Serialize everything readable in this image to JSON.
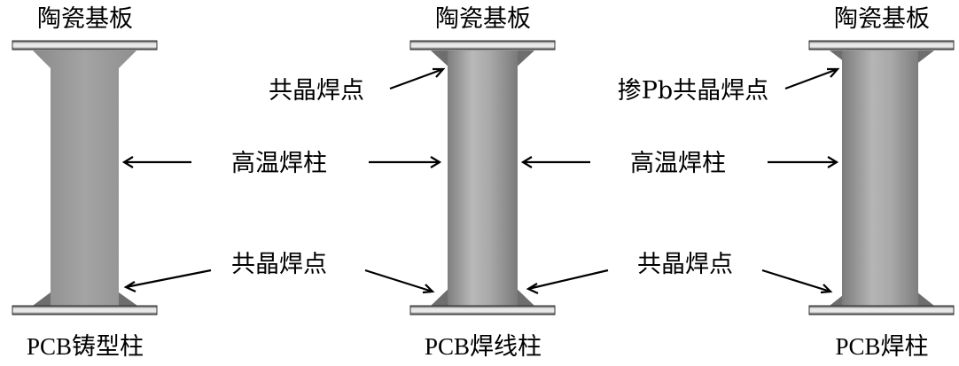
{
  "columns": [
    {
      "substrate_label": "陶瓷基板",
      "caption": "PCB铸型柱",
      "top_joint_label": "",
      "column_label": "高温焊柱",
      "bottom_joint_label": "共晶焊点"
    },
    {
      "substrate_label": "陶瓷基板",
      "caption": "PCB焊线柱",
      "top_joint_label": "共晶焊点",
      "column_label": "",
      "bottom_joint_label": ""
    },
    {
      "substrate_label": "陶瓷基板",
      "caption": "PCB焊柱",
      "top_joint_label": "掺Pb共晶焊点",
      "column_label": "高温焊柱",
      "bottom_joint_label": "共晶焊点"
    }
  ],
  "colors": {
    "substrate_light": "#e6e6e6",
    "substrate_dark": "#444444",
    "column_gray": "#9c9c9c",
    "solder_fillet": "#6e6e6e",
    "arrow": "#000000"
  }
}
